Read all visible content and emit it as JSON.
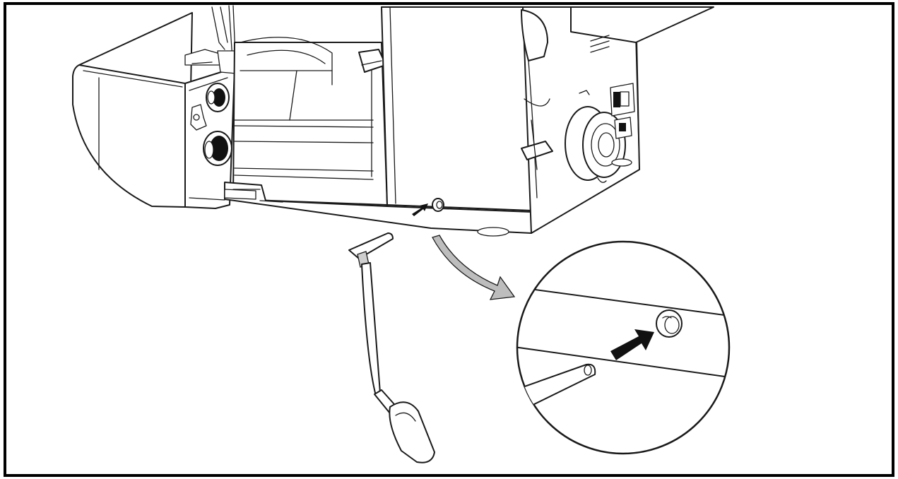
{
  "figure": {
    "border_color": "#000000",
    "background": "#ffffff",
    "line_color": "#1a1a1a",
    "callout_arrow_fill": "#bdbdbd",
    "items": [
      "sewing-machine",
      "knee-lifter",
      "knee-lifter-socket",
      "magnified-detail-circle",
      "insertion-arrow",
      "pointer-arrow"
    ]
  }
}
